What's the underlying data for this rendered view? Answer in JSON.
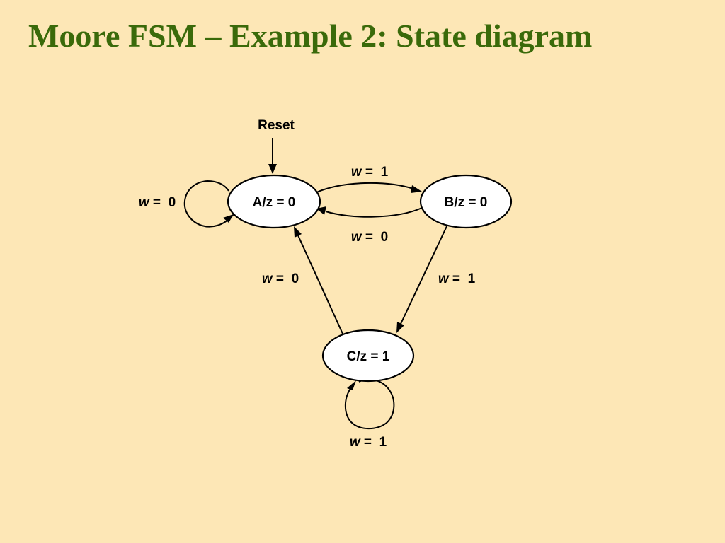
{
  "title": "Moore FSM – Example 2: State diagram",
  "diagram": {
    "reset_label": "Reset",
    "states": {
      "a": "A/z = 0",
      "b": "B/z = 0",
      "c": "C/z = 1"
    },
    "transitions": {
      "a_self": {
        "var": "w",
        "rest": " =  0"
      },
      "a_to_b": {
        "var": "w",
        "rest": " =  1"
      },
      "b_to_a": {
        "var": "w",
        "rest": " =  0"
      },
      "b_to_c": {
        "var": "w",
        "rest": " =  1"
      },
      "c_to_a": {
        "var": "w",
        "rest": " =  0"
      },
      "c_self": {
        "var": "w",
        "rest": " =  1"
      }
    }
  }
}
